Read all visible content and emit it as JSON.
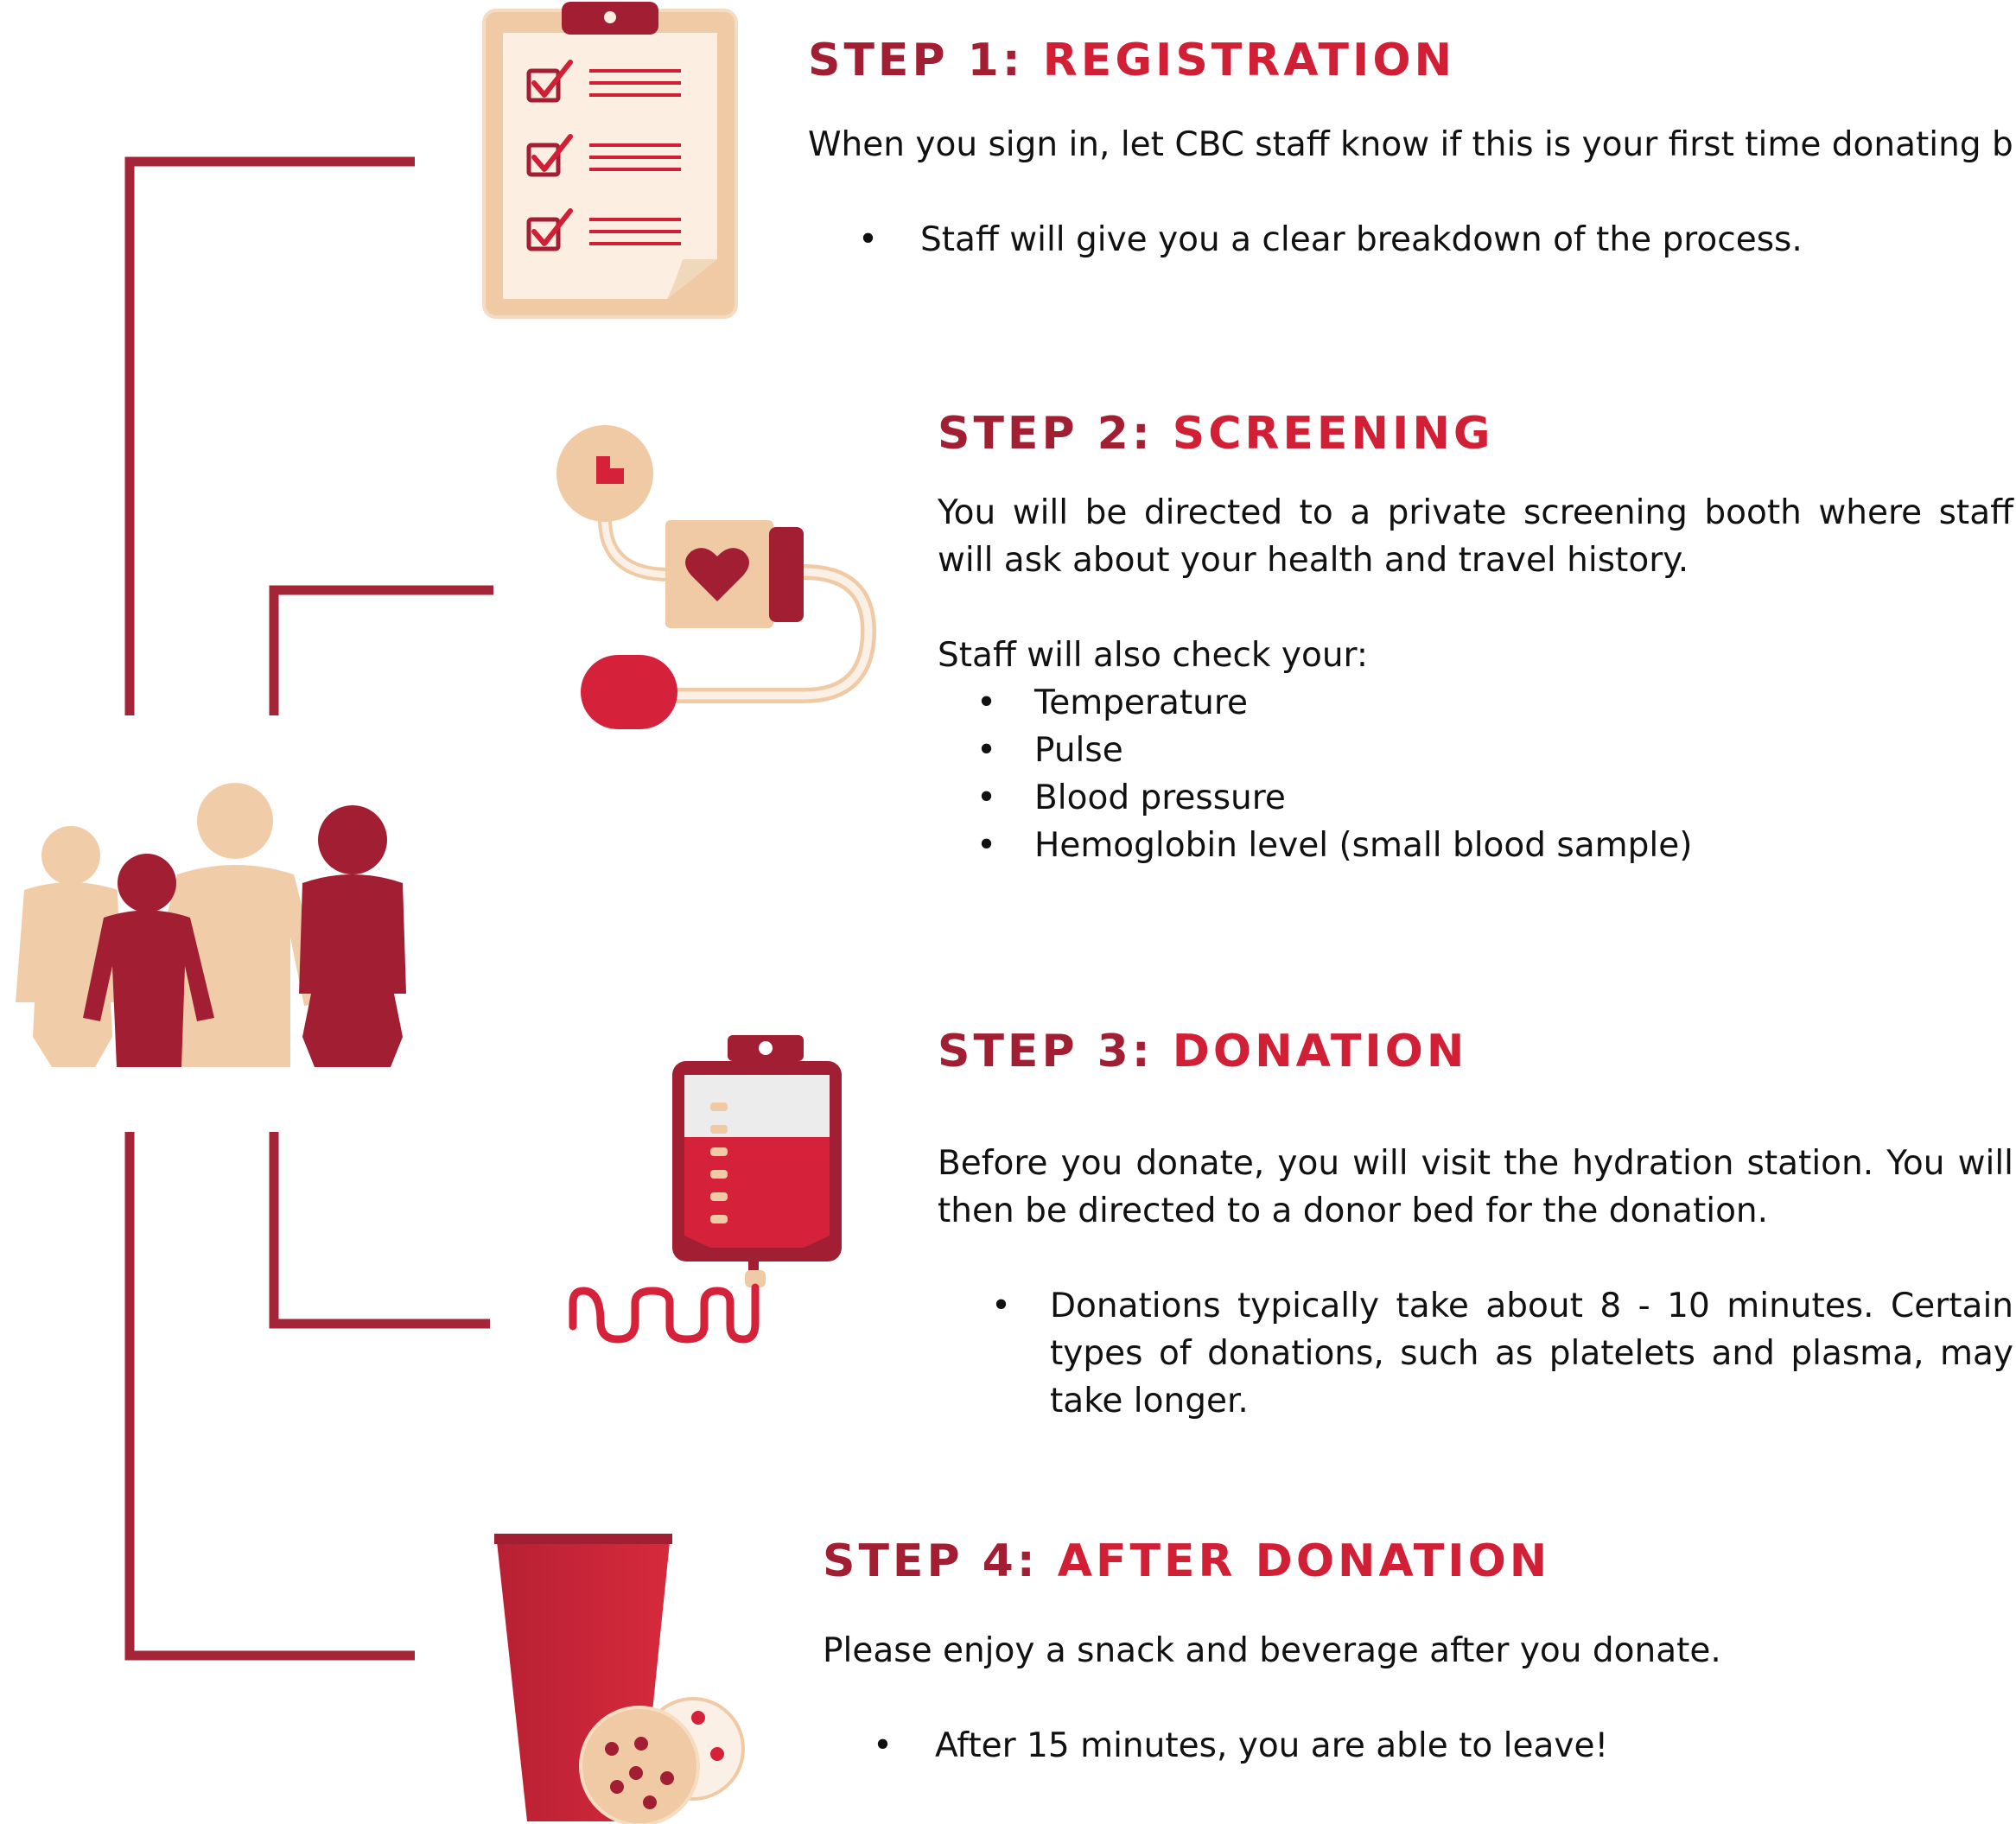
{
  "colors": {
    "dark_red": "#a21e33",
    "bright_red": "#d6213a",
    "beige": "#f0cda8",
    "cream": "#fbf0e5",
    "connector": "#a52538"
  },
  "icons": [
    "family-icon",
    "clipboard-icon",
    "blood-pressure-monitor-icon",
    "blood-bag-icon",
    "cup-icon",
    "cookie-icon"
  ],
  "steps": [
    {
      "prefix": "STEP 1: ",
      "name": "REGISTRATION",
      "text": "When you sign in, let CBC staff know if this is your first time donating blood.",
      "bullets": [
        "Staff will give you a clear breakdown of the process."
      ]
    },
    {
      "prefix": "STEP 2: ",
      "name": "SCREENING",
      "text": "You will be directed to a private screening booth where staff will ask about your health and travel history.",
      "subtext": "Staff will also check your:",
      "bullets": [
        "Temperature",
        "Pulse",
        "Blood pressure",
        "Hemoglobin level (small blood sample)"
      ]
    },
    {
      "prefix": "STEP 3: ",
      "name": "DONATION",
      "text": "Before you donate, you will visit the hydration station. You will then be directed to a donor bed for the donation.",
      "bullets": [
        "Donations typically take about 8 - 10 minutes. Certain types of donations, such as platelets and plasma, may take longer."
      ]
    },
    {
      "prefix": "STEP 4: ",
      "name": "AFTER DONATION",
      "text": "Please enjoy a snack and beverage after you donate.",
      "bullets": [
        "After 15 minutes, you are able to leave!"
      ]
    }
  ]
}
